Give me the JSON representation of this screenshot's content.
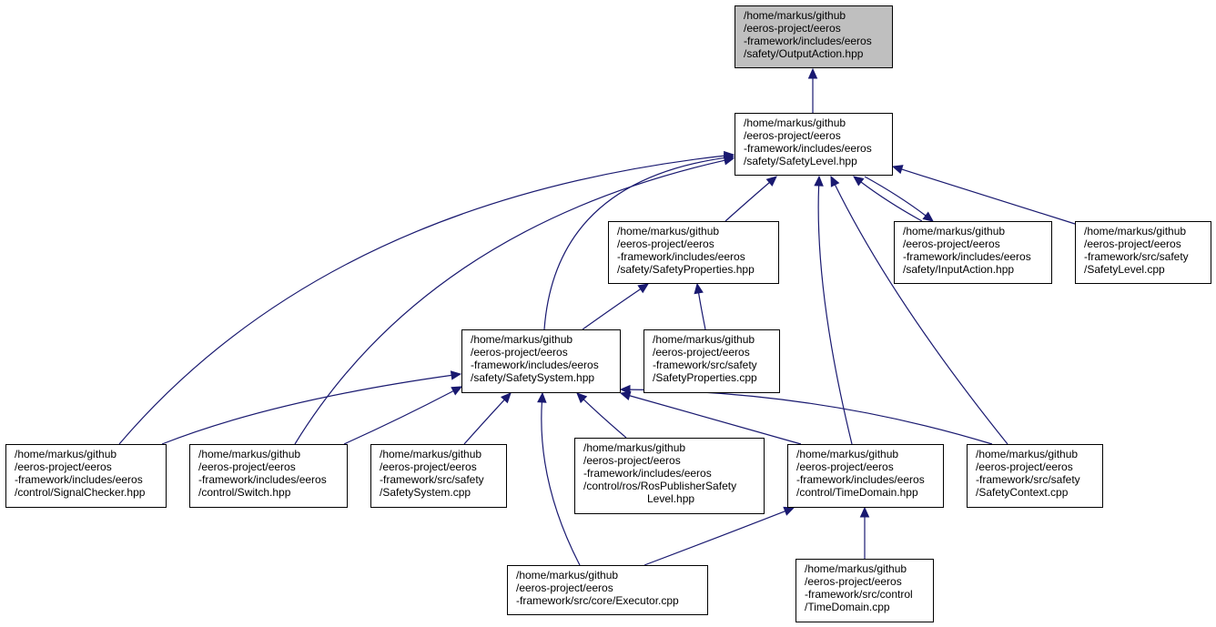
{
  "graph": {
    "colors": {
      "edge": "#191970",
      "root_fill": "#bfbfbf",
      "node_fill": "#ffffff",
      "border": "#000000"
    },
    "nodes": [
      {
        "id": "n_output_action",
        "root": true,
        "lines": [
          "/home/markus/github",
          "/eeros-project/eeros",
          "-framework/includes/eeros",
          "/safety/OutputAction.hpp"
        ]
      },
      {
        "id": "n_safety_level_hpp",
        "lines": [
          "/home/markus/github",
          "/eeros-project/eeros",
          "-framework/includes/eeros",
          "/safety/SafetyLevel.hpp"
        ]
      },
      {
        "id": "n_safety_properties_hpp",
        "lines": [
          "/home/markus/github",
          "/eeros-project/eeros",
          "-framework/includes/eeros",
          "/safety/SafetyProperties.hpp"
        ]
      },
      {
        "id": "n_input_action_hpp",
        "lines": [
          "/home/markus/github",
          "/eeros-project/eeros",
          "-framework/includes/eeros",
          "/safety/InputAction.hpp"
        ]
      },
      {
        "id": "n_safety_level_cpp",
        "lines": [
          "/home/markus/github",
          "/eeros-project/eeros",
          "-framework/src/safety",
          "/SafetyLevel.cpp"
        ]
      },
      {
        "id": "n_safety_system_hpp",
        "lines": [
          "/home/markus/github",
          "/eeros-project/eeros",
          "-framework/includes/eeros",
          "/safety/SafetySystem.hpp"
        ]
      },
      {
        "id": "n_safety_properties_cpp",
        "lines": [
          "/home/markus/github",
          "/eeros-project/eeros",
          "-framework/src/safety",
          "/SafetyProperties.cpp"
        ]
      },
      {
        "id": "n_signal_checker_hpp",
        "lines": [
          "/home/markus/github",
          "/eeros-project/eeros",
          "-framework/includes/eeros",
          "/control/SignalChecker.hpp"
        ]
      },
      {
        "id": "n_switch_hpp",
        "lines": [
          "/home/markus/github",
          "/eeros-project/eeros",
          "-framework/includes/eeros",
          "/control/Switch.hpp"
        ]
      },
      {
        "id": "n_safety_system_cpp",
        "lines": [
          "/home/markus/github",
          "/eeros-project/eeros",
          "-framework/src/safety",
          "/SafetySystem.cpp"
        ]
      },
      {
        "id": "n_ros_publisher_hpp",
        "lines": [
          "/home/markus/github",
          "/eeros-project/eeros",
          "-framework/includes/eeros",
          "/control/ros/RosPublisherSafety",
          "Level.hpp"
        ]
      },
      {
        "id": "n_time_domain_hpp",
        "lines": [
          "/home/markus/github",
          "/eeros-project/eeros",
          "-framework/includes/eeros",
          "/control/TimeDomain.hpp"
        ]
      },
      {
        "id": "n_safety_context_cpp",
        "lines": [
          "/home/markus/github",
          "/eeros-project/eeros",
          "-framework/src/safety",
          "/SafetyContext.cpp"
        ]
      },
      {
        "id": "n_executor_cpp",
        "lines": [
          "/home/markus/github",
          "/eeros-project/eeros",
          "-framework/src/core/Executor.cpp"
        ]
      },
      {
        "id": "n_time_domain_cpp",
        "lines": [
          "/home/markus/github",
          "/eeros-project/eeros",
          "-framework/src/control",
          "/TimeDomain.cpp"
        ]
      }
    ],
    "edges": [
      {
        "from": "n_safety_level_hpp",
        "to": "n_output_action"
      },
      {
        "from": "n_safety_properties_hpp",
        "to": "n_safety_level_hpp"
      },
      {
        "from": "n_input_action_hpp",
        "to": "n_safety_level_hpp"
      },
      {
        "from": "n_safety_level_hpp",
        "to": "n_input_action_hpp"
      },
      {
        "from": "n_safety_level_cpp",
        "to": "n_safety_level_hpp"
      },
      {
        "from": "n_safety_system_hpp",
        "to": "n_safety_level_hpp"
      },
      {
        "from": "n_signal_checker_hpp",
        "to": "n_safety_level_hpp"
      },
      {
        "from": "n_switch_hpp",
        "to": "n_safety_level_hpp"
      },
      {
        "from": "n_time_domain_hpp",
        "to": "n_safety_level_hpp"
      },
      {
        "from": "n_safety_context_cpp",
        "to": "n_safety_level_hpp"
      },
      {
        "from": "n_safety_system_hpp",
        "to": "n_safety_properties_hpp"
      },
      {
        "from": "n_safety_properties_cpp",
        "to": "n_safety_properties_hpp"
      },
      {
        "from": "n_signal_checker_hpp",
        "to": "n_safety_system_hpp"
      },
      {
        "from": "n_switch_hpp",
        "to": "n_safety_system_hpp"
      },
      {
        "from": "n_safety_system_cpp",
        "to": "n_safety_system_hpp"
      },
      {
        "from": "n_ros_publisher_hpp",
        "to": "n_safety_system_hpp"
      },
      {
        "from": "n_executor_cpp",
        "to": "n_safety_system_hpp"
      },
      {
        "from": "n_time_domain_hpp",
        "to": "n_safety_system_hpp"
      },
      {
        "from": "n_safety_context_cpp",
        "to": "n_safety_system_hpp"
      },
      {
        "from": "n_executor_cpp",
        "to": "n_time_domain_hpp"
      },
      {
        "from": "n_time_domain_cpp",
        "to": "n_time_domain_hpp"
      }
    ]
  }
}
